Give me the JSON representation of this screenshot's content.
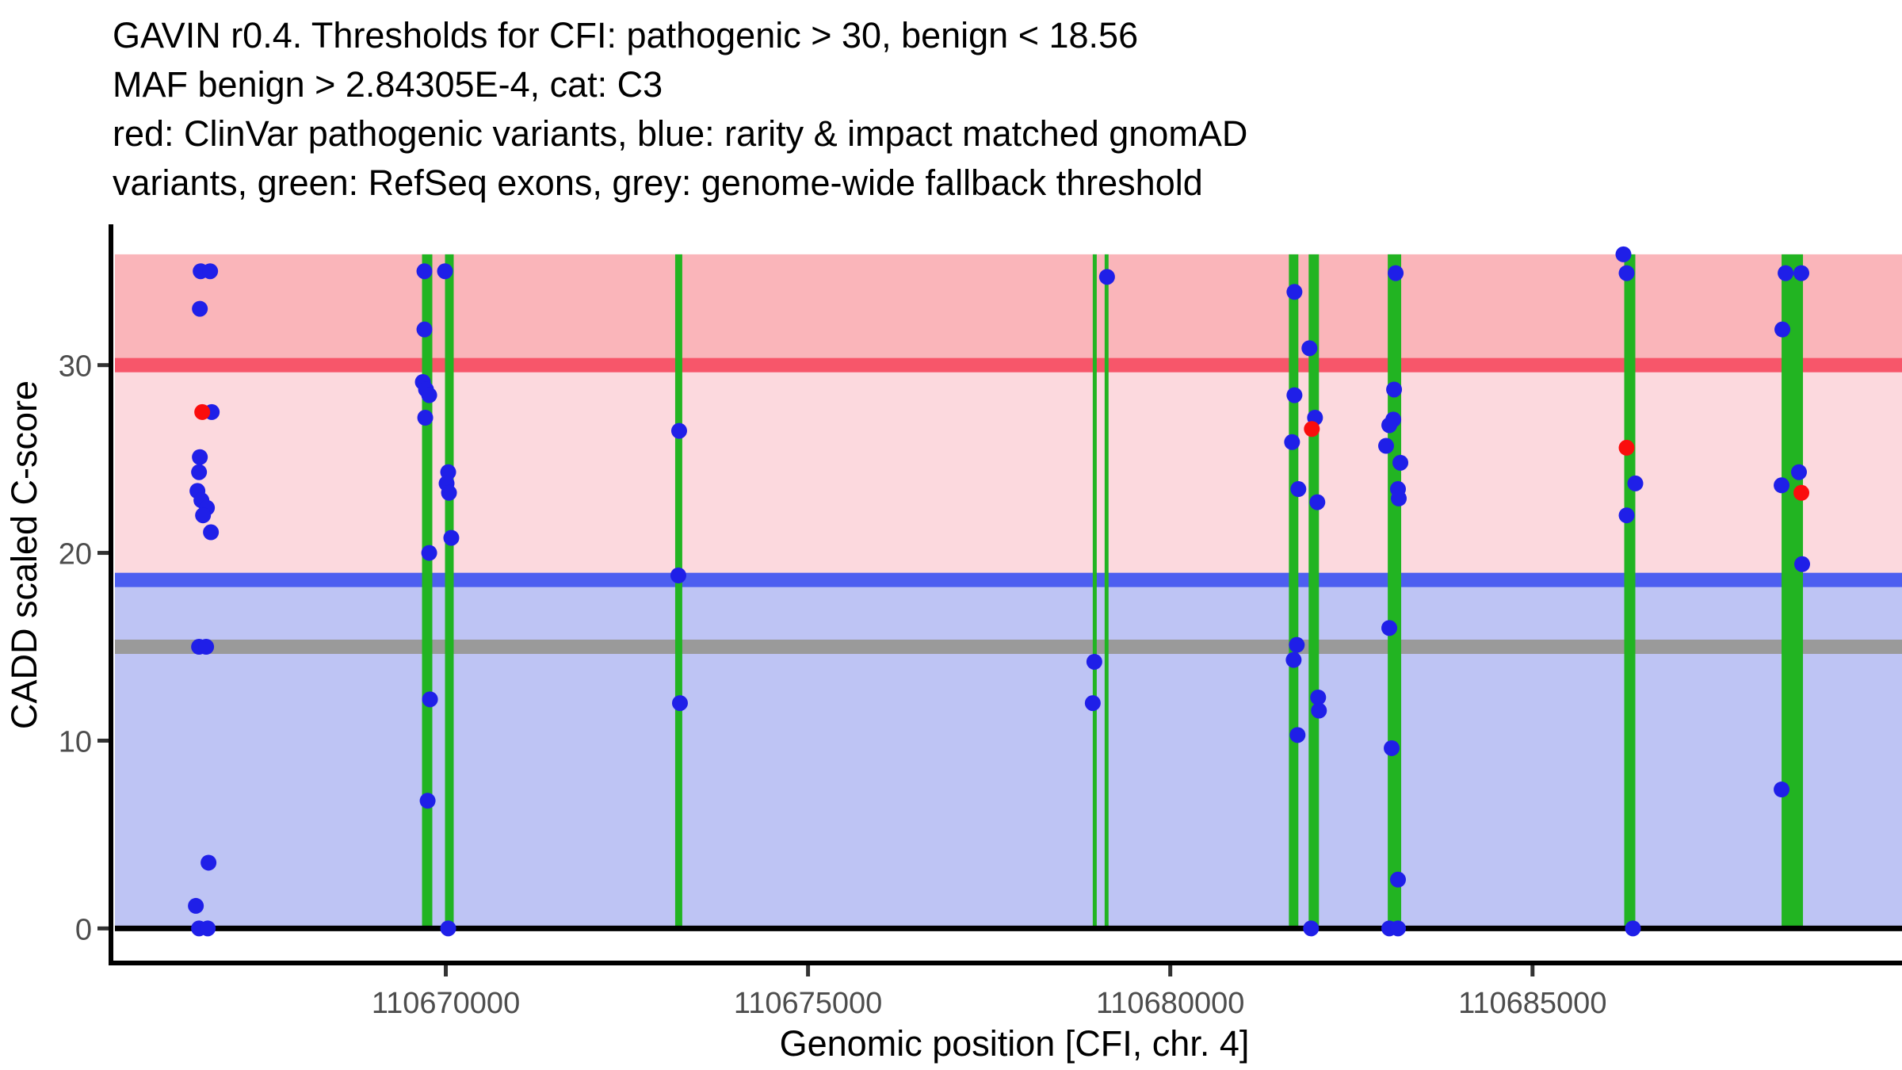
{
  "title_lines": [
    "GAVIN r0.4. Thresholds for CFI: pathogenic > 30, benign < 18.56",
    "MAF benign > 2.84305E-4, cat: C3",
    "red: ClinVar pathogenic variants, blue: rarity & impact matched gnomAD",
    "variants, green: RefSeq exons, grey: genome-wide fallback threshold"
  ],
  "chart_data": {
    "type": "scatter",
    "xlabel": "Genomic position [CFI, chr. 4]",
    "ylabel": "CADD scaled C-score",
    "xlim": [
      110665400,
      110690100
    ],
    "ylim": [
      -1.8,
      37.5
    ],
    "x_ticks": [
      110670000,
      110675000,
      110680000,
      110685000
    ],
    "y_ticks": [
      0,
      10,
      20,
      30
    ],
    "grid": false,
    "legend": "none",
    "colors": {
      "pathogenic_band": "#fab5ba",
      "vus_band": "#fcd9de",
      "benign_band": "#bec4f4",
      "pathogenic_line": "#f7566a",
      "benign_line": "#4d5ff0",
      "fallback_line": "#9a9a9a",
      "zero_line": "#000000",
      "exon": "#22b422",
      "gnomad_point": "#1f1fe8",
      "clinvar_point": "#fa0d0d",
      "axis": "#000000",
      "tick_text": "#4d4d4d"
    },
    "bands": [
      {
        "name": "pathogenic-region",
        "from": 30,
        "to": 35.9,
        "color_key": "pathogenic_band"
      },
      {
        "name": "vus-region",
        "from": 18.56,
        "to": 30,
        "color_key": "vus_band"
      },
      {
        "name": "benign-region",
        "from": 0,
        "to": 18.56,
        "color_key": "benign_band"
      }
    ],
    "thresholds": [
      {
        "name": "pathogenic-threshold",
        "value": 30,
        "color_key": "pathogenic_line",
        "thickness": 18
      },
      {
        "name": "benign-threshold",
        "value": 18.56,
        "color_key": "benign_line",
        "thickness": 18
      },
      {
        "name": "genome-wide-fallback-threshold",
        "value": 15,
        "color_key": "fallback_line",
        "thickness": 18
      }
    ],
    "zero_line": {
      "name": "zero-line",
      "value": 0,
      "color_key": "zero_line",
      "thickness": 7
    },
    "exons": [
      [
        110669672,
        110669814
      ],
      [
        110669989,
        110670109
      ],
      [
        110673166,
        110673264
      ],
      [
        110678930,
        110678985
      ],
      [
        110679094,
        110679148
      ],
      [
        110681637,
        110681768
      ],
      [
        110681910,
        110682052
      ],
      [
        110683002,
        110683187
      ],
      [
        110686266,
        110686419
      ],
      [
        110688438,
        110688733
      ]
    ],
    "series": [
      {
        "name": "rarity & impact matched gnomAD variants",
        "color_key": "gnomad_point",
        "points": [
          [
            110666616,
            35.0
          ],
          [
            110666747,
            35.0
          ],
          [
            110666605,
            33.0
          ],
          [
            110666769,
            27.5
          ],
          [
            110666605,
            25.1
          ],
          [
            110666594,
            24.3
          ],
          [
            110666572,
            23.3
          ],
          [
            110666627,
            22.8
          ],
          [
            110666703,
            22.4
          ],
          [
            110666649,
            22.0
          ],
          [
            110666758,
            21.1
          ],
          [
            110666594,
            15.0
          ],
          [
            110666692,
            15.0
          ],
          [
            110666725,
            3.5
          ],
          [
            110666550,
            1.2
          ],
          [
            110666594,
            0.0
          ],
          [
            110666714,
            0.0
          ],
          [
            110669705,
            35.0
          ],
          [
            110669989,
            35.0
          ],
          [
            110669705,
            31.9
          ],
          [
            110669683,
            29.1
          ],
          [
            110669727,
            28.7
          ],
          [
            110669771,
            28.4
          ],
          [
            110669716,
            27.2
          ],
          [
            110670033,
            24.3
          ],
          [
            110670011,
            23.7
          ],
          [
            110670044,
            23.2
          ],
          [
            110670076,
            20.8
          ],
          [
            110669771,
            20.0
          ],
          [
            110669782,
            12.2
          ],
          [
            110669749,
            6.8
          ],
          [
            110670033,
            0.0
          ],
          [
            110673221,
            26.5
          ],
          [
            110673210,
            18.8
          ],
          [
            110673232,
            12.0
          ],
          [
            110679127,
            34.7
          ],
          [
            110678952,
            14.2
          ],
          [
            110678930,
            12.0
          ],
          [
            110683111,
            34.9
          ],
          [
            110681714,
            33.9
          ],
          [
            110681921,
            30.9
          ],
          [
            110683089,
            28.7
          ],
          [
            110681714,
            28.4
          ],
          [
            110681998,
            27.2
          ],
          [
            110683078,
            27.1
          ],
          [
            110683023,
            26.8
          ],
          [
            110681681,
            25.9
          ],
          [
            110682979,
            25.7
          ],
          [
            110683176,
            24.8
          ],
          [
            110681768,
            23.4
          ],
          [
            110683143,
            23.4
          ],
          [
            110683154,
            22.9
          ],
          [
            110682030,
            22.7
          ],
          [
            110683023,
            16.0
          ],
          [
            110681746,
            15.1
          ],
          [
            110681703,
            14.3
          ],
          [
            110682041,
            12.3
          ],
          [
            110682052,
            11.6
          ],
          [
            110681757,
            10.3
          ],
          [
            110683056,
            9.6
          ],
          [
            110683143,
            2.6
          ],
          [
            110681943,
            0.0
          ],
          [
            110683023,
            0.0
          ],
          [
            110683143,
            0.0
          ],
          [
            110686255,
            35.9
          ],
          [
            110686299,
            34.9
          ],
          [
            110686419,
            23.7
          ],
          [
            110686299,
            22.0
          ],
          [
            110686386,
            0.0
          ],
          [
            110688493,
            34.9
          ],
          [
            110688711,
            34.9
          ],
          [
            110688449,
            31.9
          ],
          [
            110688678,
            24.3
          ],
          [
            110688438,
            23.6
          ],
          [
            110688722,
            19.4
          ],
          [
            110688438,
            7.4
          ]
        ]
      },
      {
        "name": "ClinVar pathogenic variants",
        "color_key": "clinvar_point",
        "points": [
          [
            110666638,
            27.5
          ],
          [
            110681954,
            26.6
          ],
          [
            110686299,
            25.6
          ],
          [
            110688711,
            23.2
          ]
        ]
      }
    ]
  }
}
